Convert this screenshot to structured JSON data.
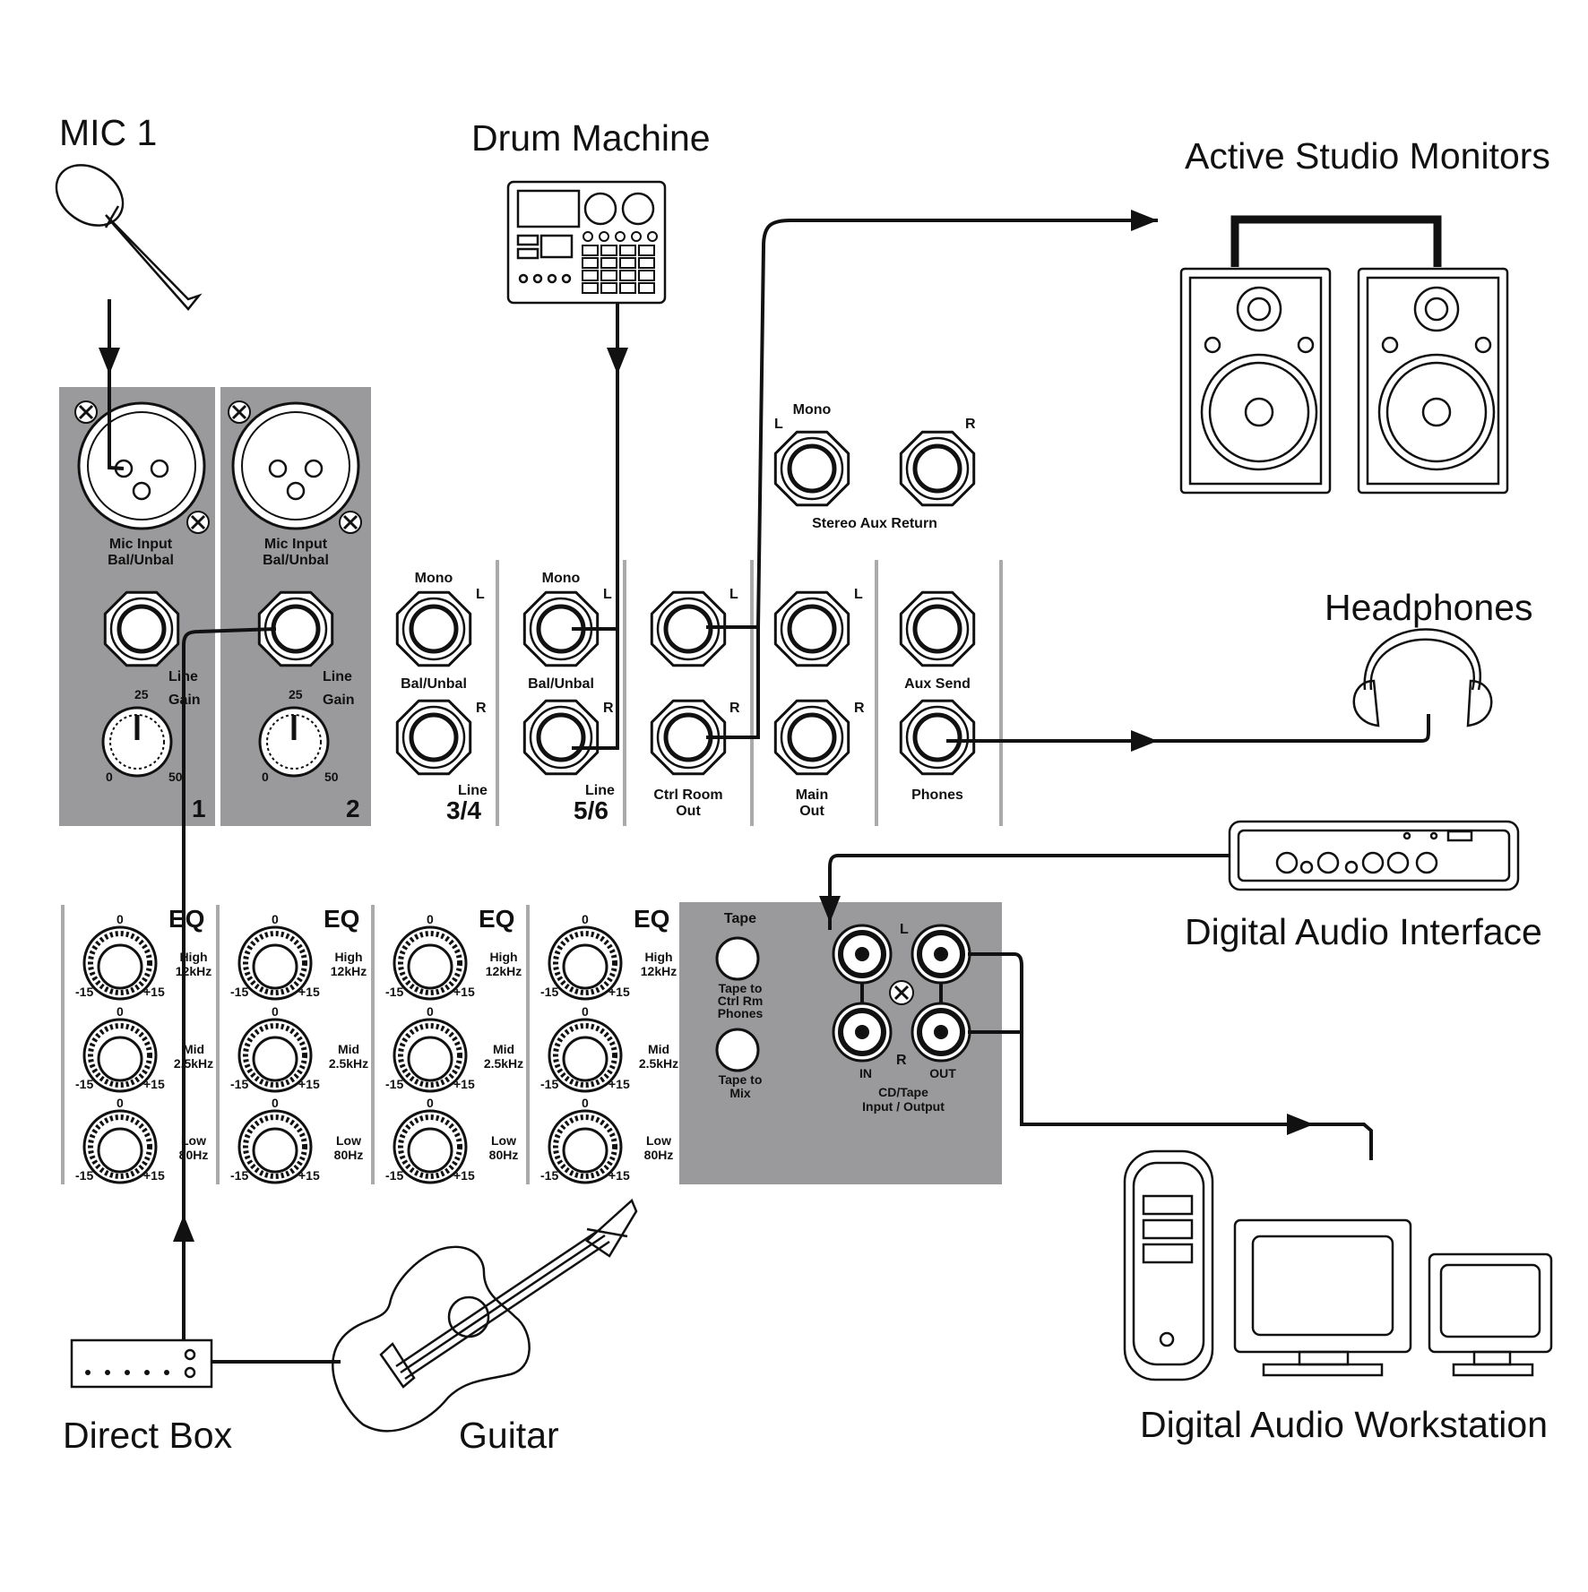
{
  "labels": {
    "mic1": "MIC 1",
    "drum_machine": "Drum Machine",
    "monitors": "Active Studio Monitors",
    "headphones": "Headphones",
    "interface": "Digital Audio Interface",
    "daw": "Digital Audio Workstation",
    "direct_box": "Direct Box",
    "guitar": "Guitar"
  },
  "channels": {
    "mic_input": "Mic Input",
    "bal_unbal": "Bal/Unbal",
    "line": "Line",
    "gain": "Gain",
    "gain_25": "25",
    "gain_0": "0",
    "gain_50": "50",
    "ch1": "1",
    "ch2": "2"
  },
  "line_inputs": {
    "mono": "Mono",
    "bal_unbal": "Bal/Unbal",
    "L": "L",
    "R": "R",
    "line": "Line",
    "ch34": "3/4",
    "ch56": "5/6"
  },
  "outputs": {
    "ctrl_room_1": "Ctrl Room",
    "ctrl_room_2": "Out",
    "main_1": "Main",
    "main_2": "Out",
    "aux_send": "Aux Send",
    "phones": "Phones",
    "stereo_aux_return": "Stereo Aux Return",
    "mono": "Mono"
  },
  "eq": {
    "title": "EQ",
    "zero": "0",
    "minus": "-15",
    "plus": "+15",
    "high": "High",
    "high_freq": "12kHz",
    "mid": "Mid",
    "mid_freq": "2.5kHz",
    "low": "Low",
    "low_freq": "80Hz"
  },
  "tape": {
    "tape": "Tape",
    "to_ctrl_1": "Tape to",
    "to_ctrl_2": "Ctrl Rm",
    "to_ctrl_3": "Phones",
    "to_mix_1": "Tape to",
    "to_mix_2": "Mix",
    "in": "IN",
    "out": "OUT",
    "L": "L",
    "R": "R",
    "cd_1": "CD/Tape",
    "cd_2": "Input / Output"
  }
}
